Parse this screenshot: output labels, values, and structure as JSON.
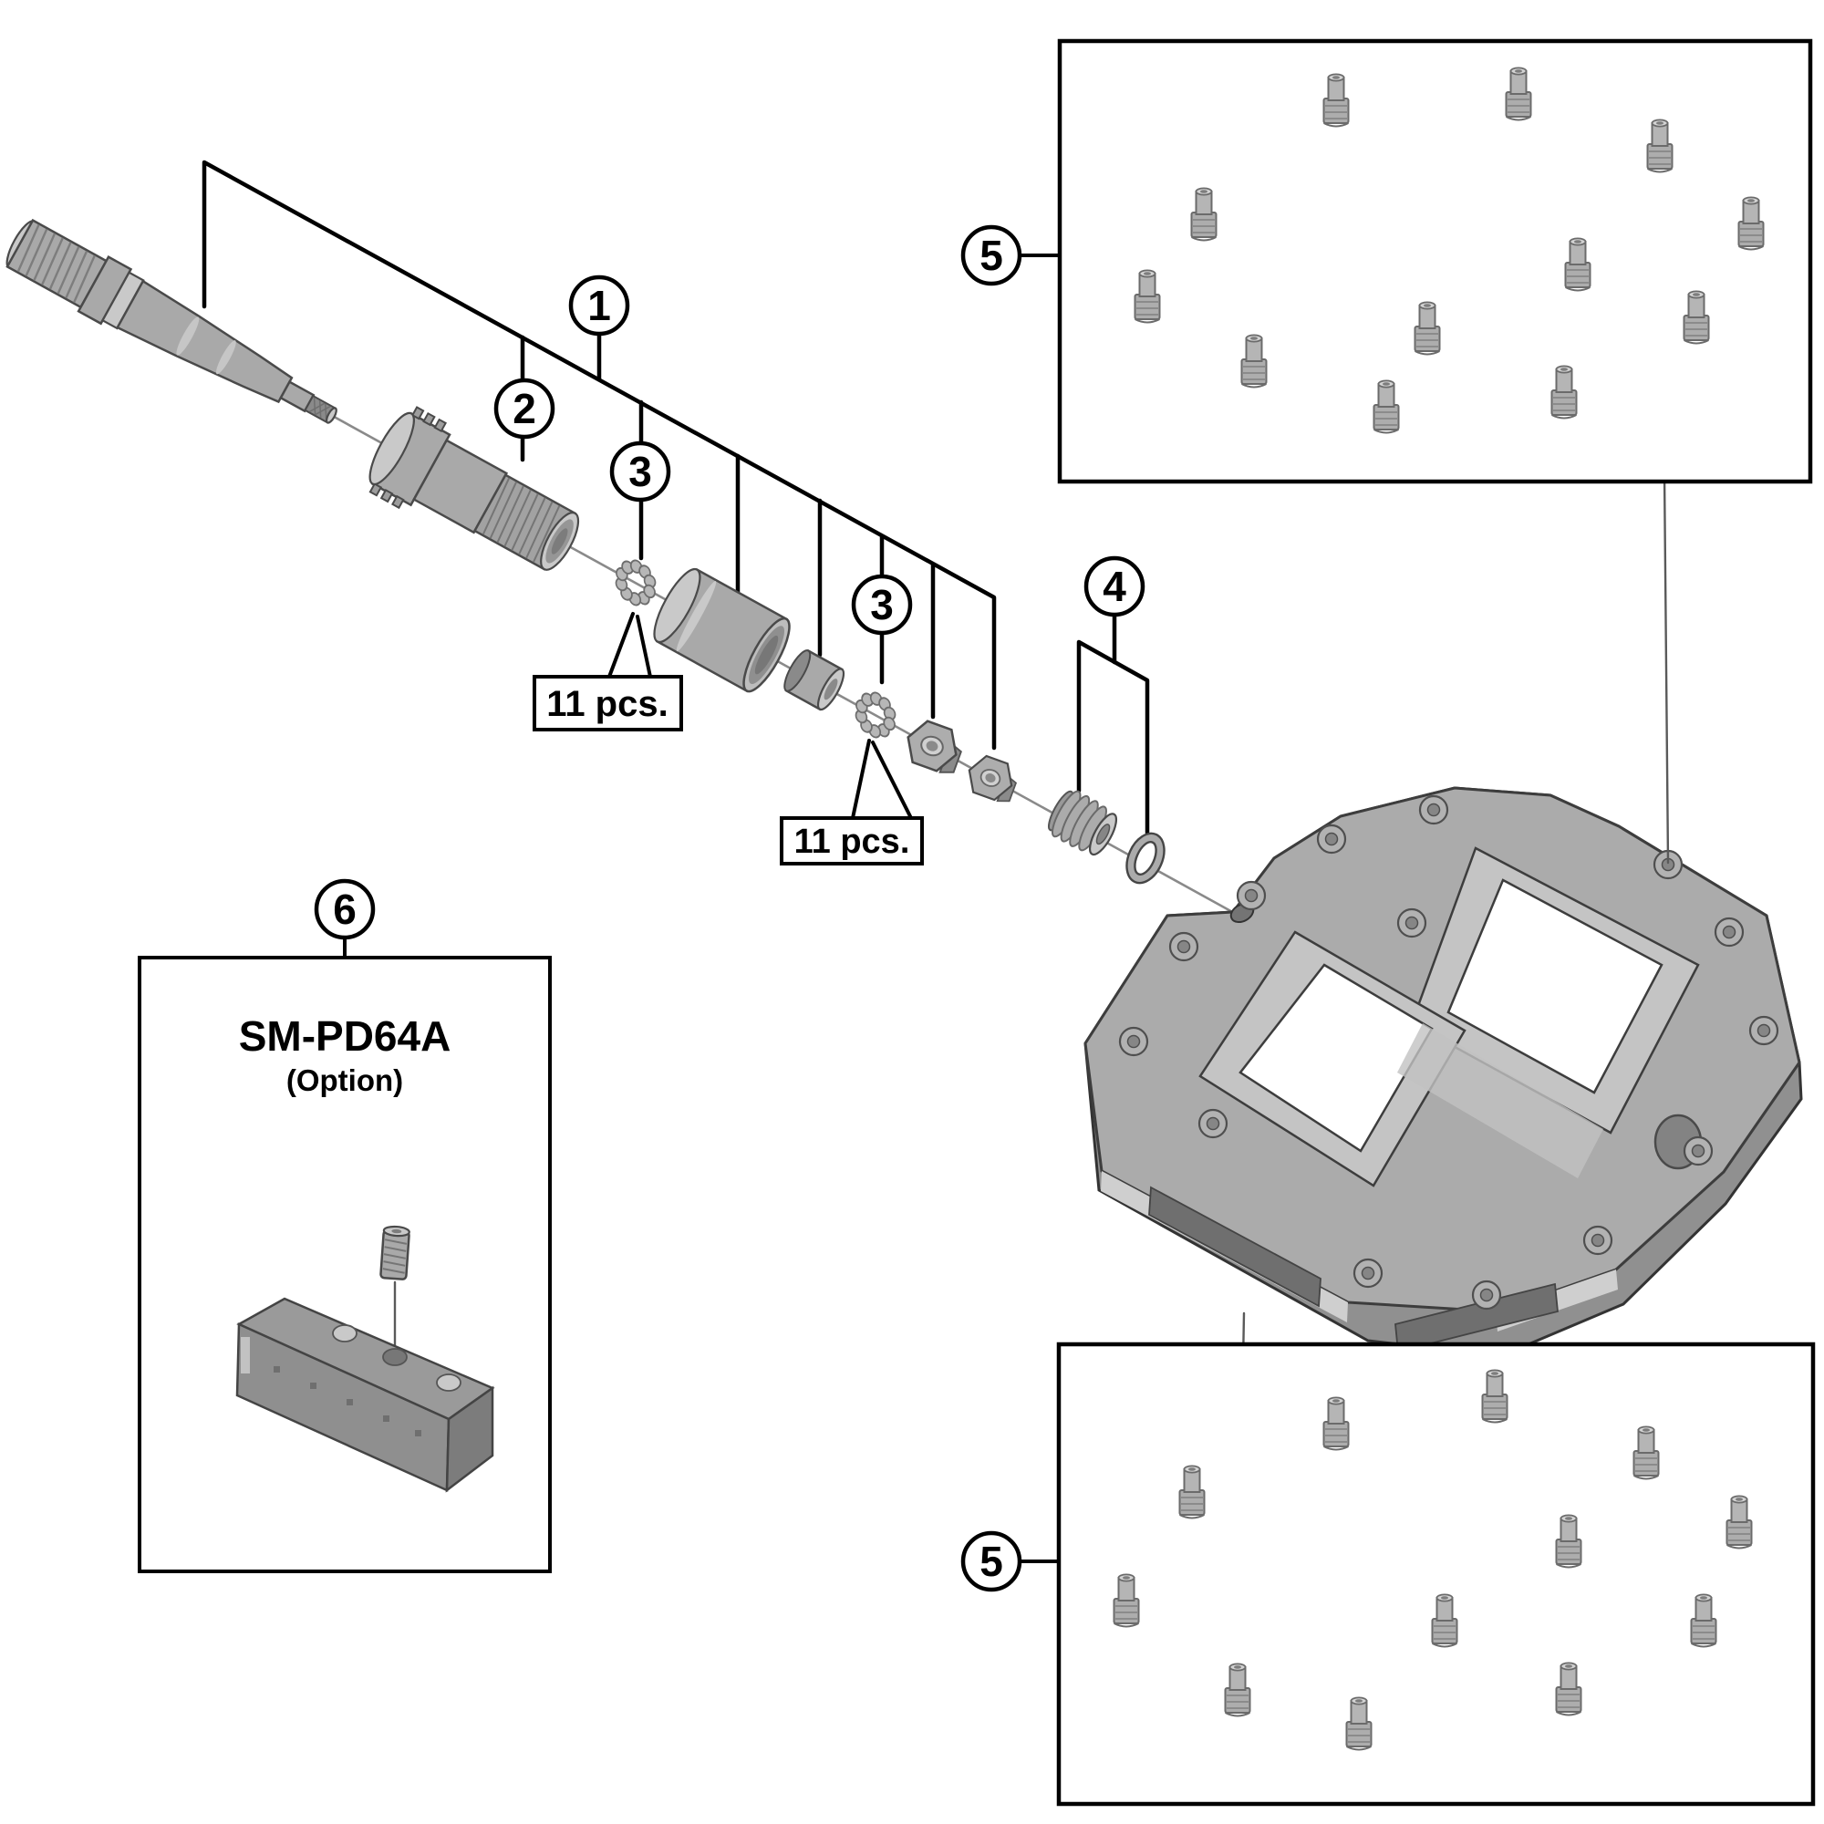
{
  "callouts": {
    "n1": "1",
    "n2": "2",
    "n3": "3",
    "n4": "4",
    "n5": "5",
    "n6": "6"
  },
  "notes": {
    "bearing_qty_left": "11 pcs.",
    "bearing_qty_right": "11 pcs."
  },
  "option_box": {
    "model": "SM-PD64A",
    "variant": "(Option)"
  },
  "colors": {
    "background": "#ffffff",
    "line": "#000000",
    "part_gray": "#a9a9a9",
    "part_light": "#c9c9c9",
    "part_dark": "#7f7f7f"
  }
}
